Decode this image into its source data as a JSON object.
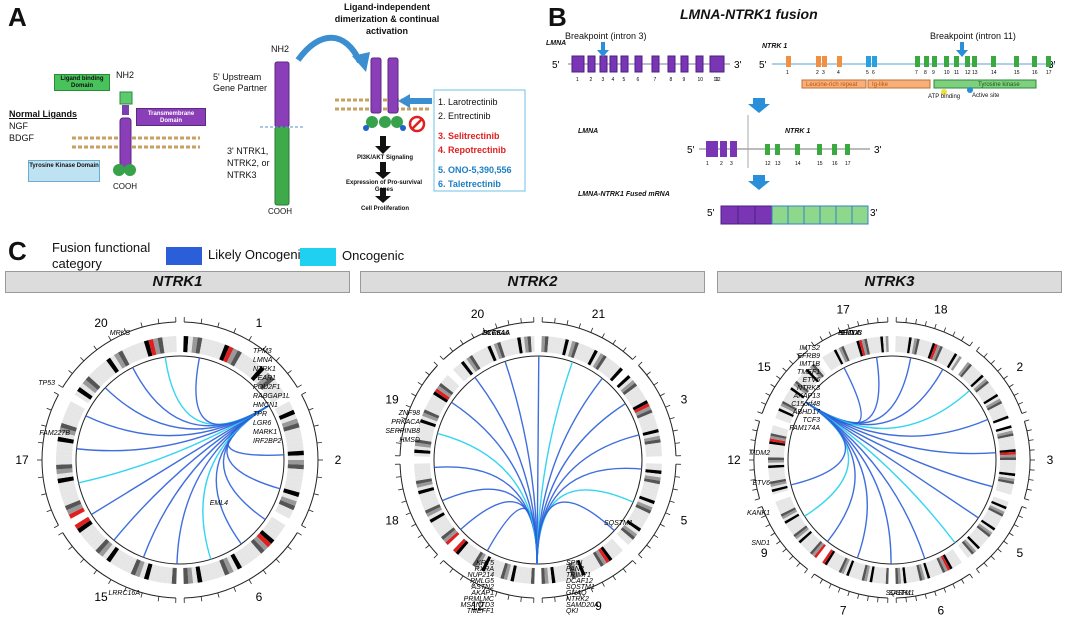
{
  "panelA": {
    "letter": "A",
    "title_line1": "Ligand-independent",
    "title_line2": "dimerization & continual",
    "title_line3": "activation",
    "nh2": "NH2",
    "cooh": "COOH",
    "ligand_binding_domain": "Ligand binding Domain",
    "transmembrane_domain": "Transmembrane Domain",
    "tyrosine_kinase_domain": "Tyrosine Kinase Domain",
    "normal_ligands_title": "Normal Ligands",
    "ligand1": "NGF",
    "ligand2": "BDGF",
    "upstream_line1": "5' Upstream",
    "upstream_line2": "Gene Partner",
    "ntrk_line1": "3' NTRK1,",
    "ntrk_line2": "NTRK2, or",
    "ntrk_line3": "NTRK3",
    "nh2_2": "NH2",
    "cooh_2": "COOH",
    "pathway1": "PI3K/AKT Signaling",
    "pathway2a": "Expression of Pro-survival",
    "pathway2b": "Genes",
    "pathway3": "Cell Proliferation",
    "drugs": [
      {
        "num": "1.",
        "name": "Larotrectinib",
        "color": "#111111"
      },
      {
        "num": "2.",
        "name": "Entrectinib",
        "color": "#111111"
      },
      {
        "num": "3.",
        "name": "Selitrectinib",
        "color": "#e02020"
      },
      {
        "num": "4.",
        "name": "Repotrectinib",
        "color": "#e02020"
      },
      {
        "num": "5.",
        "name": "ONO-5,390,556",
        "color": "#1c7fc4"
      },
      {
        "num": "6.",
        "name": "Taletrectinib",
        "color": "#1c7fc4"
      }
    ]
  },
  "panelB": {
    "letter": "B",
    "title": "LMNA-NTRK1 fusion",
    "bp1": "Breakpoint (intron 3)",
    "bp2": "Breakpoint (intron 11)",
    "lmna": "LMNA",
    "ntrk1": "NTRK 1",
    "lmna2": "LMNA",
    "ntrk1_2": "NTRK 1",
    "fused": "LMNA-NTRK1 Fused mRNA",
    "five": "5'",
    "three": "3'",
    "lmna_exons": [
      "1",
      "2",
      "3",
      "4",
      "5",
      "6",
      "7",
      "8",
      "9",
      "10",
      "11",
      "12"
    ],
    "ntrk_exons": [
      "1",
      "2",
      "3",
      "4",
      "5",
      "6",
      "7",
      "8",
      "9",
      "10",
      "11",
      "12",
      "13",
      "14",
      "15",
      "16",
      "17"
    ],
    "fusion_exons": [
      "1",
      "2",
      "3",
      "12",
      "13",
      "14",
      "15",
      "16",
      "17"
    ],
    "domain_leucine": "Leucine-rich repeat",
    "domain_ig": "Ig-like",
    "domain_tk": "Tyrosine kinase",
    "atp": "ATP binding",
    "active": "Active site"
  },
  "panelC": {
    "letter": "C",
    "legend_title_1": "Fusion functional",
    "legend_title_2": "category",
    "legend_likely": "Likely Oncogenic",
    "legend_onco": "Oncogenic",
    "color_likely": "#2b5fd9",
    "color_onco": "#1fd0f0",
    "circos": [
      {
        "title": "NTRK1",
        "chromosomes": [
          "1",
          "2",
          "6",
          "15",
          "17",
          "20"
        ],
        "genes_right": [
          "TPM3",
          "LMNA",
          "NTRK1",
          "PEAR1",
          "POU2F1",
          "RABGAP1L",
          "HMCN1",
          "TPR",
          "LGR6",
          "MARK1",
          "IRF2BP2"
        ],
        "genes_other": [
          "MRKS",
          "TP53",
          "FAM227B",
          "EML4",
          "LRRC16A"
        ]
      },
      {
        "title": "NTRK2",
        "chromosomes": [
          "21",
          "3",
          "5",
          "9",
          "12",
          "18",
          "19",
          "20"
        ],
        "genes_top": [
          "DYRK1A",
          "SLC6A6",
          "CTSA"
        ],
        "genes_left": [
          "ZNF98",
          "PRKACA",
          "SERPINB8",
          "HMSD"
        ],
        "genes_bottom": [
          "KRT5",
          "RXRA",
          "NUP214",
          "PMLG5",
          "ASTN2",
          "AKAP1",
          "PRMLMC",
          "MSANTD3",
          "TMEFF1",
          "SPIN",
          "PAN3",
          "TRIM71",
          "DCAF12",
          "SQSTM1",
          "GNAQ",
          "NTRK2",
          "SAMD20A",
          "QKI"
        ],
        "genes_right": [
          "SQSTM1"
        ]
      },
      {
        "title": "NTRK3",
        "chromosomes": [
          "18",
          "2",
          "3",
          "5",
          "6",
          "7",
          "9",
          "12",
          "15",
          "17"
        ],
        "genes_top": [
          "FHOD3",
          "EML4",
          "SETD5"
        ],
        "genes_left": [
          "MDM2",
          "ETV6",
          "KANK1",
          "SND1"
        ],
        "genes_cluster": [
          "IMTS2",
          "EFRB9",
          "IMT1B",
          "TMEF1",
          "ETV6",
          "NTRK3",
          "AKAP13",
          "C15orf48",
          "ABHD17",
          "TCF3",
          "FAM174A"
        ],
        "genes_bottom": [
          "SASH1",
          "SQSTM1"
        ]
      }
    ]
  }
}
